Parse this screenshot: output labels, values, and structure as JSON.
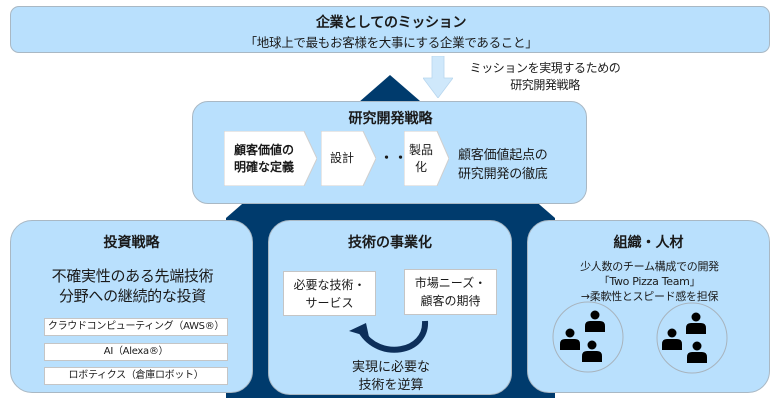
{
  "colors": {
    "box_fill": "#b9e0fd",
    "navy": "#003b6d",
    "arrow_fill": "#cfe8fb",
    "white": "#ffffff"
  },
  "mission": {
    "title": "企業としてのミッション",
    "quote": "「地球上で最もお客様を大事にする企業であること」"
  },
  "arrow_note": {
    "line1": "ミッションを実現するための",
    "line2": "研究開発戦略"
  },
  "rd_strategy": {
    "title": "研究開発戦略",
    "steps": [
      {
        "line1": "顧客価値の",
        "line2": "明確な定義"
      },
      {
        "line1": "設計",
        "line2": ""
      },
      {
        "line1": "製品",
        "line2": "化"
      }
    ],
    "ellipsis": "・・・",
    "result_line1": "顧客価値起点の",
    "result_line2": "研究開発の徹底"
  },
  "investment": {
    "title": "投資戦略",
    "lead_line1": "不確実性のある先端技術",
    "lead_line2": "分野への継続的な投資",
    "items": [
      "クラウドコンピューティング（AWS®）",
      "AI（Alexa®）",
      "ロボティクス（倉庫ロボット）"
    ]
  },
  "commercialization": {
    "title": "技術の事業化",
    "left_box_line1": "必要な技術・",
    "left_box_line2": "サービス",
    "right_box_line1": "市場ニーズ・",
    "right_box_line2": "顧客の期待",
    "note_line1": "実現に必要な",
    "note_line2": "技術を逆算"
  },
  "organization": {
    "title": "組織・人材",
    "desc_line1": "少人数のチーム構成での開発",
    "desc_line2": "「Two Pizza Team」",
    "desc_line3": "→柔軟性とスピード感を担保",
    "teams": [
      {
        "members": 3
      },
      {
        "members": 3
      }
    ]
  }
}
